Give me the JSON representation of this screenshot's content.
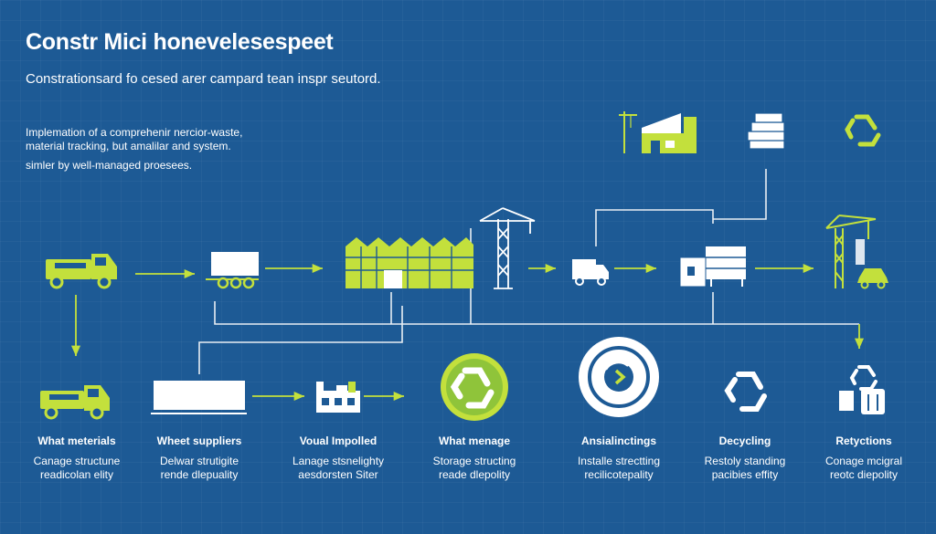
{
  "header": {
    "title": "Constr Mici honevelesespeet",
    "subtitle": "Constrationsard fo cesed arer campard tean inspr seutord.",
    "description": [
      "Implemation of a comprehenir nercior-waste,",
      "material tracking, but amalilar and system.",
      "simler by well-managed proesees."
    ]
  },
  "colors": {
    "background": "#1d5a95",
    "accent": "#c3e03c",
    "line": "#ffffff"
  },
  "icons": [
    "truck-icon",
    "trailer-icon",
    "warehouse-icon",
    "crane-icon",
    "delivery-van-icon",
    "factory-icon",
    "building-icon",
    "document-stack-icon",
    "recycle-icon",
    "recycle-cycle-icon",
    "arrow-circle-icon",
    "recycle-bin-icon",
    "crane-with-car-icon"
  ],
  "bottom_labels": [
    {
      "title": "What meterials",
      "line1": "Canage structune",
      "line2": "readicolan elity"
    },
    {
      "title": "Wheet suppliers",
      "line1": "Delwar strutigite",
      "line2": "rende dlepuality"
    },
    {
      "title": "Voual Impolled",
      "line1": "Lanage stsnelighty",
      "line2": "aesdorsten Siter"
    },
    {
      "title": "What menage",
      "line1": "Storage structing",
      "line2": "reade dlepolity"
    },
    {
      "title": "Ansialinctings",
      "line1": "Installe strectting",
      "line2": "recilicotepality"
    },
    {
      "title": "Decycling",
      "line1": "Restoly standing",
      "line2": "pacibies effity"
    },
    {
      "title": "Retyctions",
      "line1": "Conage mcigral",
      "line2": "reotc diepolity"
    }
  ]
}
